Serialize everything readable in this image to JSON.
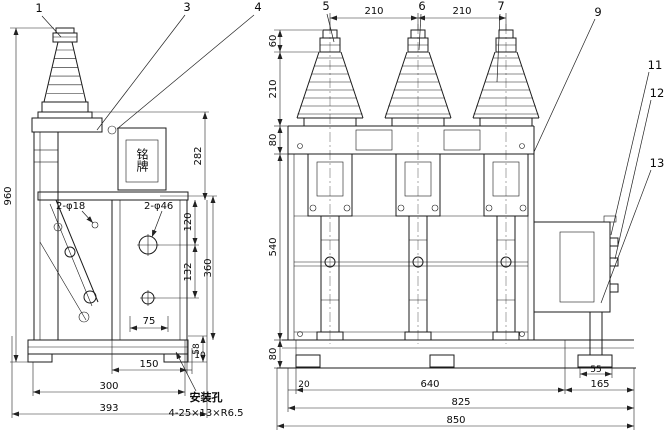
{
  "callouts": {
    "n1": "1",
    "n3": "3",
    "n4": "4",
    "n5": "5",
    "n6": "6",
    "n7": "7",
    "n9": "9",
    "n11": "11",
    "n12": "12",
    "n13": "13"
  },
  "side_view": {
    "h960": "960",
    "w393": "393",
    "w300": "300",
    "w150": "150",
    "w10": "10",
    "v282": "282",
    "v360": "360",
    "v120": "120",
    "v132": "132",
    "v58": "58",
    "h75": "75",
    "holes18": "2-φ18",
    "holes46": "2-φ46",
    "nameplate": "铭牌",
    "mount_title": "安装孔",
    "mount_spec": "4-25×13×R6.5"
  },
  "front_view": {
    "pitch_l": "210",
    "pitch_r": "210",
    "v60": "60",
    "v210": "210",
    "v80t": "80",
    "v540": "540",
    "v80b": "80",
    "d20": "20",
    "d640": "640",
    "d165": "165",
    "d825": "825",
    "d850": "850",
    "d55": "55"
  }
}
